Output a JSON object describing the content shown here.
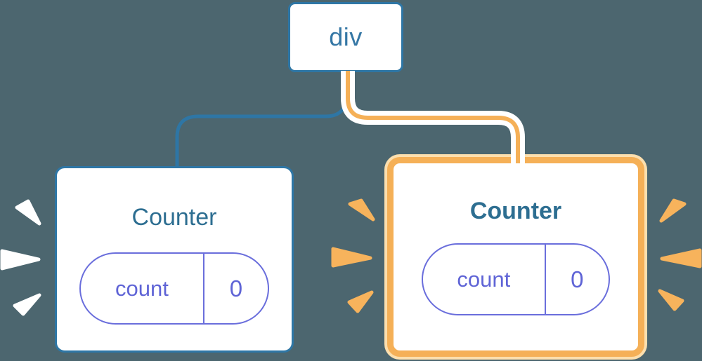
{
  "background_color": "#4C666F",
  "root_node": {
    "label": "div"
  },
  "nodes": [
    {
      "title": "Counter",
      "state_name": "count",
      "state_value": "0",
      "highlighted": false
    },
    {
      "title": "Counter",
      "state_name": "count",
      "state_value": "0",
      "highlighted": true
    }
  ],
  "colors": {
    "edge_blue": "#2E76A5",
    "node_border_blue": "#2E76A5",
    "title_blue": "#2D6E91",
    "div_label_blue": "#3577A5",
    "pill_purple": "#6A6EDC",
    "pill_text_purple": "#5F64D6",
    "highlight_orange": "#F5B057",
    "highlight_cream": "#FCDFAE",
    "sparkle_orange": "#F7B35C",
    "sparkle_white": "#FFFFFF",
    "card_background": "#FFFFFF"
  }
}
